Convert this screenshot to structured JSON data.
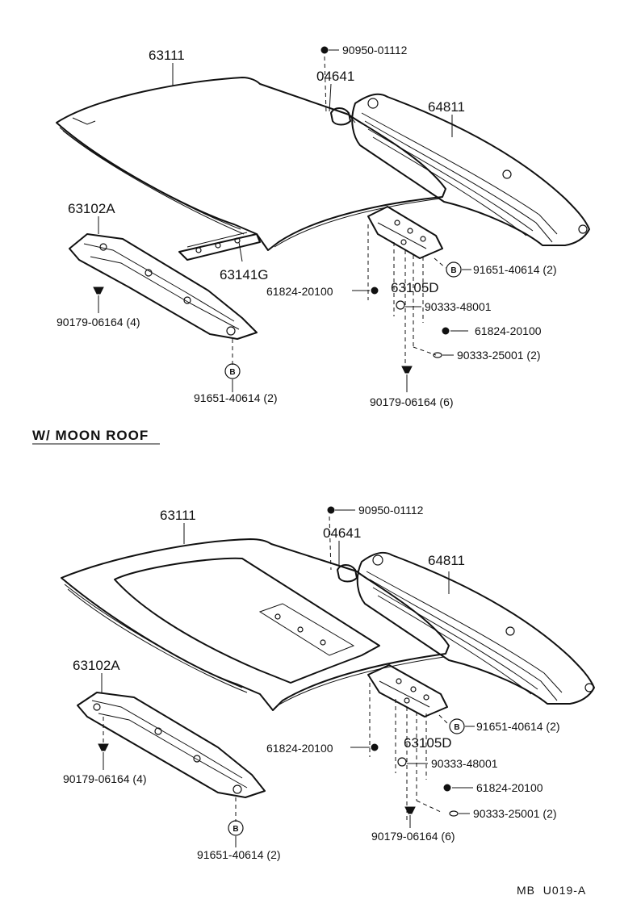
{
  "section_title": "W/ MOON ROOF",
  "diagram_code": "MB  U019-A",
  "badge_letter": "B",
  "top": {
    "roof_panel": "63111",
    "clip": "90950-01112",
    "seal": "04641",
    "rail": "64811",
    "front_reinf": "63102A",
    "brace": "63141G",
    "front_screw": "90179-06164 (4)",
    "front_bolt": "91651-40614 (2)",
    "rear_reinf": "63105D",
    "rear_bolt": "91651-40614 (2)",
    "grommet_a": "61824-20100",
    "plug_a": "90333-48001",
    "grommet_b": "61824-20100",
    "plug_b": "90333-25001 (2)",
    "rear_screw": "90179-06164 (6)"
  },
  "bottom": {
    "roof_panel": "63111",
    "clip": "90950-01112",
    "seal": "04641",
    "rail": "64811",
    "front_reinf": "63102A",
    "front_screw": "90179-06164 (4)",
    "front_bolt": "91651-40614 (2)",
    "rear_reinf": "63105D",
    "rear_bolt": "91651-40614 (2)",
    "grommet_a": "61824-20100",
    "plug_a": "90333-48001",
    "grommet_b": "61824-20100",
    "plug_b": "90333-25001 (2)",
    "rear_screw": "90179-06164 (6)"
  }
}
